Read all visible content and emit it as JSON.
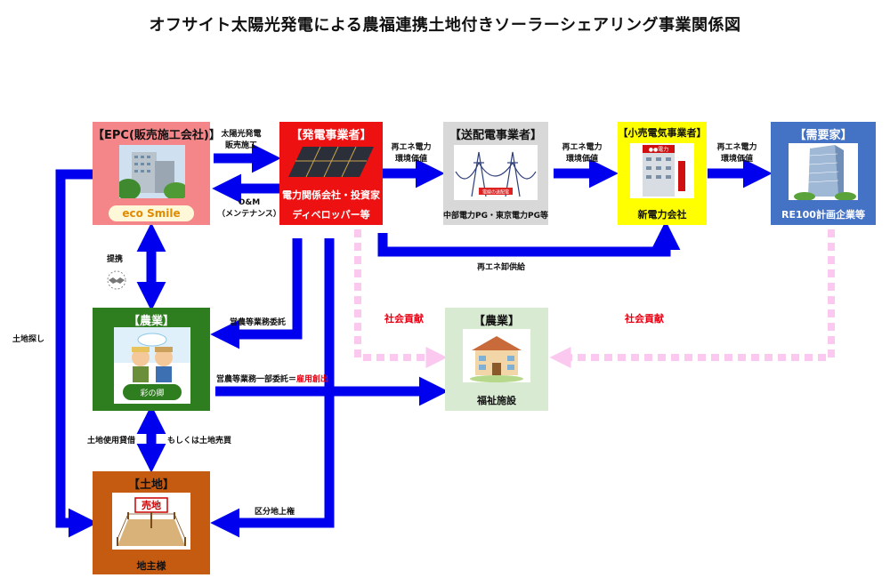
{
  "title": "オフサイト太陽光発電による農福連携土地付きソーラーシェアリング事業関係図",
  "boxes": {
    "epc": {
      "head": "【EPC(販売施工会社)】",
      "logo": "eco Smile"
    },
    "gen": {
      "head": "【発電事業者】",
      "sub1": "電力関係会社・投資家",
      "sub2": "ディベロッパー等"
    },
    "td": {
      "head": "【送配電事業者】",
      "foot": "中部電力PG・東京電力PG等",
      "sign": "電線の送配電"
    },
    "retail": {
      "head": "【小売電気事業者】",
      "foot": "新電力会社",
      "sign": "●●電力"
    },
    "demand": {
      "head": "【需要家】",
      "foot": "RE100計画企業等"
    },
    "agri": {
      "head": "【農業】",
      "logo": "彩の卿"
    },
    "welfare": {
      "head": "【農業】",
      "foot": "福祉施設"
    },
    "land": {
      "head": "【土地】",
      "foot": "地主様",
      "sign": "売地"
    }
  },
  "labels": {
    "sales1": "太陽光発電",
    "sales2": "販売施工",
    "om1": "O&M",
    "om2": "（メンテナンス）",
    "re1a": "再エネ電力",
    "re1b": "環境価値",
    "re2a": "再エネ電力",
    "re2b": "環境価値",
    "re3a": "再エネ電力",
    "re3b": "環境価値",
    "wholesale": "再エネ卸供給",
    "partner": "提携",
    "farm_consign": "営農等業務委託",
    "partial_a": "営農等業務一部委託＝",
    "partial_b": "雇用創出",
    "land_search": "土地探し",
    "lease": "土地使用貸借",
    "sale": "もしくは土地売買",
    "surface": "区分地上権",
    "social1": "社会貢献",
    "social2": "社会貢献"
  },
  "colors": {
    "arrow": "#0000ee",
    "dotted": "#fbc8f0",
    "epc": "#f4868a",
    "gen": "#ee1111",
    "td": "#d8d8d8",
    "retail": "#ffff00",
    "demand": "#4472c4",
    "agri": "#2e7d1e",
    "welfare": "#d9ead3",
    "land": "#c55a11"
  }
}
